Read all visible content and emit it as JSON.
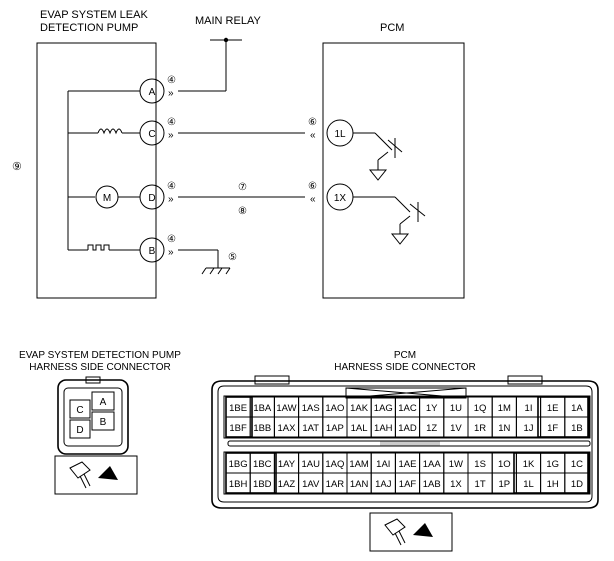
{
  "diagram": {
    "pump_title_line1": "EVAP SYSTEM LEAK",
    "pump_title_line2": "DETECTION PUMP",
    "main_relay_label": "MAIN RELAY",
    "pcm_label": "PCM",
    "ref_9": "⑨",
    "ref_5": "⑤",
    "ref_7": "⑦",
    "ref_8": "⑧",
    "pump_pins": [
      {
        "id": "A",
        "ref": "④"
      },
      {
        "id": "C",
        "ref": "④"
      },
      {
        "id": "D",
        "ref": "④"
      },
      {
        "id": "B",
        "ref": "④"
      }
    ],
    "pcm_pins": [
      {
        "id": "1L",
        "ref": "⑥"
      },
      {
        "id": "1X",
        "ref": "⑥"
      }
    ]
  },
  "pump_connector": {
    "title_line1": "EVAP SYSTEM DETECTION PUMP",
    "title_line2": "HARNESS SIDE CONNECTOR",
    "pins": [
      "C",
      "A",
      "D",
      "B"
    ]
  },
  "pcm_connector": {
    "title_line1": "PCM",
    "title_line2": "HARNESS SIDE CONNECTOR",
    "rows": [
      [
        "1BE",
        "1BA",
        "1AW",
        "1AS",
        "1AO",
        "1AK",
        "1AG",
        "1AC",
        "1Y",
        "1U",
        "1Q",
        "1M",
        "1I",
        "1E",
        "1A"
      ],
      [
        "1BF",
        "1BB",
        "1AX",
        "1AT",
        "1AP",
        "1AL",
        "1AH",
        "1AD",
        "1Z",
        "1V",
        "1R",
        "1N",
        "1J",
        "1F",
        "1B"
      ],
      [
        "1BG",
        "1BC",
        "1AY",
        "1AU",
        "1AQ",
        "1AM",
        "1AI",
        "1AE",
        "1AA",
        "1W",
        "1S",
        "1O",
        "1K",
        "1G",
        "1C"
      ],
      [
        "1BH",
        "1BD",
        "1AZ",
        "1AV",
        "1AR",
        "1AN",
        "1AJ",
        "1AF",
        "1AB",
        "1X",
        "1T",
        "1P",
        "1L",
        "1H",
        "1D"
      ]
    ]
  }
}
